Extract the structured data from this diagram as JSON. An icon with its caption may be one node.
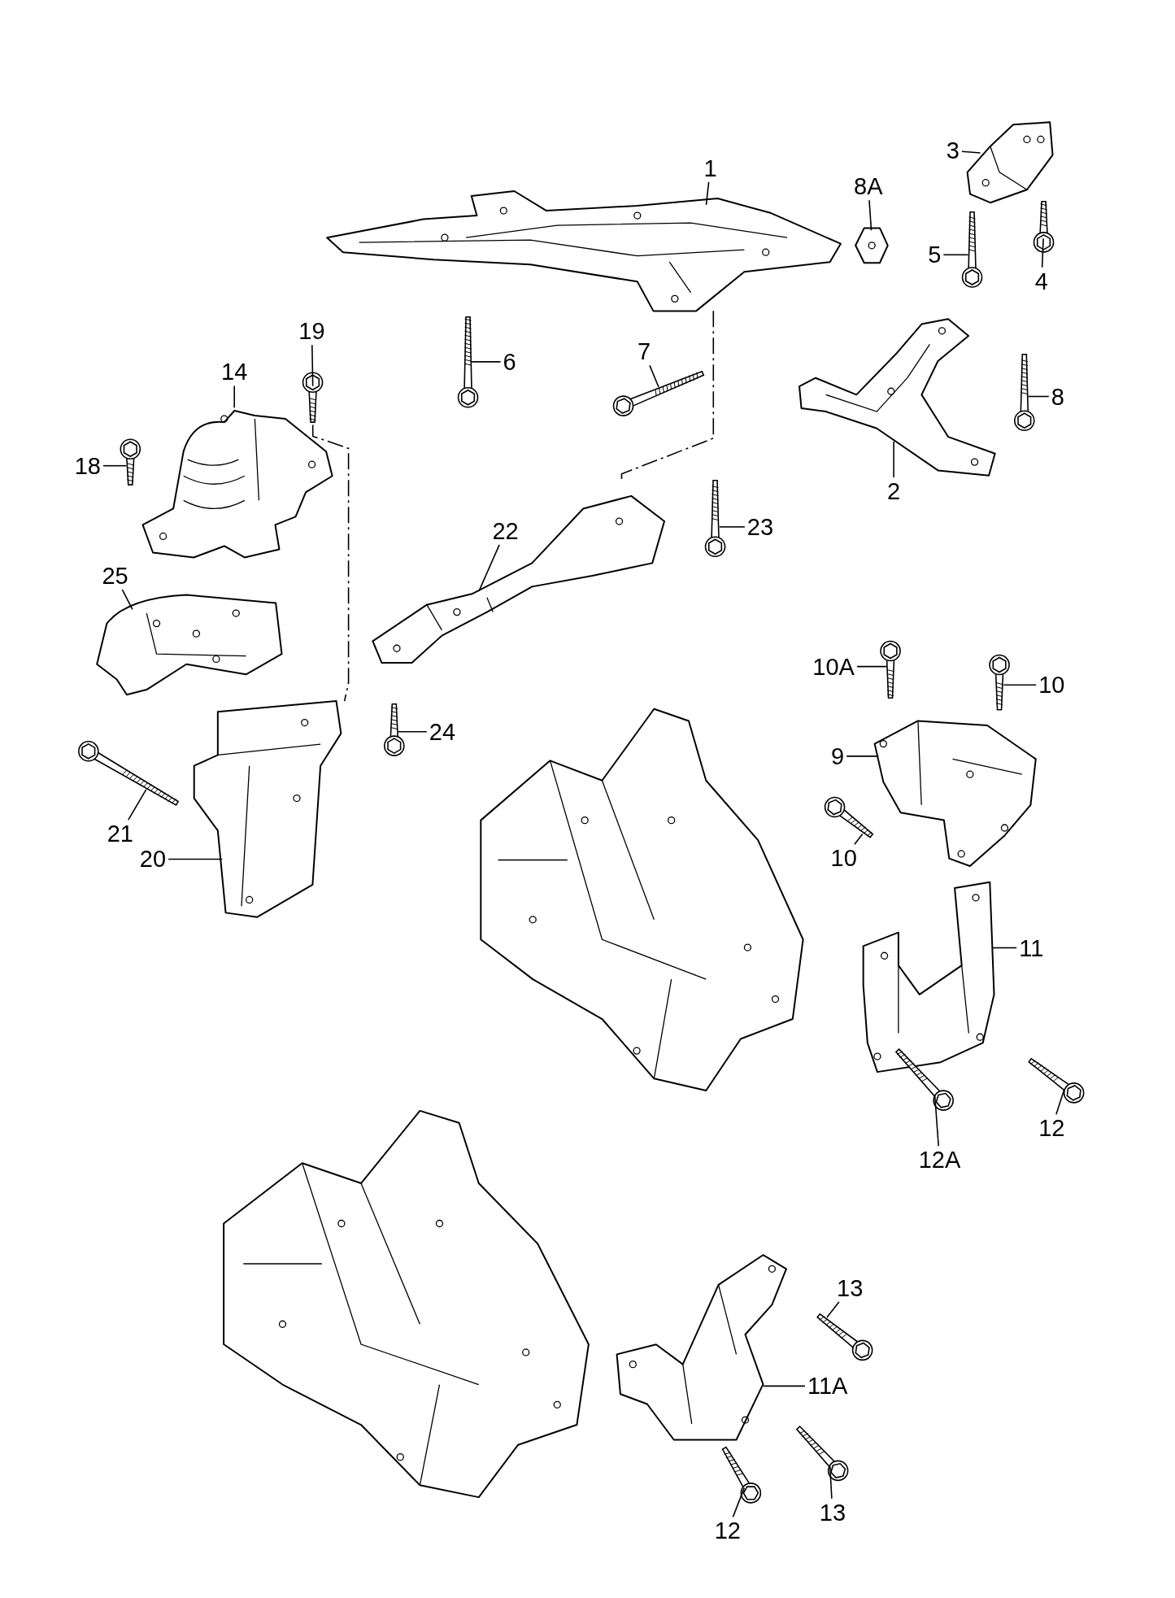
{
  "diagram": {
    "nodes": [
      {
        "text": [
          "3"
        ]
      },
      {
        "text": [],
        "shape": "picture"
      },
      {
        "text": [
          "1"
        ]
      },
      {
        "text": [],
        "shape": "picture"
      },
      {
        "text": [
          "8A"
        ]
      },
      {
        "text": [],
        "shape": "picture"
      },
      {
        "text": [
          "5"
        ]
      },
      {
        "text": [],
        "shape": "picture"
      },
      {
        "text": [
          "4"
        ]
      },
      {
        "text": [],
        "shape": "picture"
      },
      {
        "text": [
          "6"
        ]
      },
      {
        "text": [],
        "shape": "picture"
      },
      {
        "text": [
          "19"
        ]
      },
      {
        "text": [],
        "shape": "picture"
      },
      {
        "text": [
          "7"
        ]
      },
      {
        "text": [],
        "shape": "picture"
      },
      {
        "text": [
          "14"
        ]
      },
      {
        "text": [],
        "shape": "picture"
      },
      {
        "text": [
          "8"
        ]
      },
      {
        "text": [],
        "shape": "picture"
      },
      {
        "text": [
          "18"
        ]
      },
      {
        "text": [],
        "shape": "picture"
      },
      {
        "text": [
          "2"
        ]
      },
      {
        "text": [],
        "shape": "picture"
      },
      {
        "text": [
          "23"
        ]
      },
      {
        "text": [],
        "shape": "picture"
      },
      {
        "text": [
          "22"
        ]
      },
      {
        "text": [],
        "shape": "picture"
      },
      {
        "text": [
          "25"
        ]
      },
      {
        "text": [],
        "shape": "picture"
      },
      {
        "text": [
          "10A"
        ]
      },
      {
        "text": [],
        "shape": "picture"
      },
      {
        "text": [
          "10"
        ]
      },
      {
        "text": [],
        "shape": "picture"
      },
      {
        "text": [
          "24"
        ]
      },
      {
        "text": [],
        "shape": "picture"
      },
      {
        "text": [
          "9"
        ]
      },
      {
        "text": [],
        "shape": "picture"
      },
      {
        "text": [
          "21"
        ]
      },
      {
        "text": [],
        "shape": "picture"
      },
      {
        "text": [
          "10"
        ]
      },
      {
        "text": [],
        "shape": "picture"
      },
      {
        "text": [
          "20"
        ]
      },
      {
        "text": [],
        "shape": "picture"
      },
      {
        "text": [
          "11"
        ]
      },
      {
        "text": [],
        "shape": "picture"
      },
      {
        "text": [
          "12"
        ]
      },
      {
        "text": [],
        "shape": "picture"
      },
      {
        "text": [
          "12A"
        ]
      },
      {
        "text": [],
        "shape": "picture"
      },
      {
        "text": [
          "13"
        ]
      },
      {
        "text": [],
        "shape": "picture"
      },
      {
        "text": [
          "11A"
        ]
      },
      {
        "text": [],
        "shape": "picture"
      },
      {
        "text": [
          "13"
        ]
      },
      {
        "text": [],
        "shape": "picture"
      },
      {
        "text": [
          "12"
        ]
      },
      {
        "text": [],
        "shape": "picture"
      }
    ],
    "edges": [
      {
        "from": 0,
        "to": 1,
        "arrow": "none"
      },
      {
        "from": 2,
        "to": 3,
        "arrow": "none"
      },
      {
        "from": 4,
        "to": 5,
        "arrow": "none"
      },
      {
        "from": 6,
        "to": 7,
        "arrow": "none"
      },
      {
        "from": 8,
        "to": 9,
        "arrow": "none"
      },
      {
        "from": 10,
        "to": 11,
        "arrow": "none"
      },
      {
        "from": 12,
        "to": 13,
        "arrow": "none"
      },
      {
        "from": 14,
        "to": 15,
        "arrow": "none"
      },
      {
        "from": 16,
        "to": 17,
        "arrow": "none"
      },
      {
        "from": 18,
        "to": 19,
        "arrow": "none"
      },
      {
        "from": 20,
        "to": 21,
        "arrow": "none"
      },
      {
        "from": 22,
        "to": 23,
        "arrow": "none"
      },
      {
        "from": 24,
        "to": 25,
        "arrow": "none"
      },
      {
        "from": 26,
        "to": 27,
        "arrow": "none"
      },
      {
        "from": 28,
        "to": 29,
        "arrow": "none"
      },
      {
        "from": 30,
        "to": 31,
        "arrow": "none"
      },
      {
        "from": 32,
        "to": 33,
        "arrow": "none"
      },
      {
        "from": 34,
        "to": 35,
        "arrow": "none"
      },
      {
        "from": 36,
        "to": 37,
        "arrow": "none"
      },
      {
        "from": 38,
        "to": 39,
        "arrow": "none"
      },
      {
        "from": 40,
        "to": 41,
        "arrow": "none"
      },
      {
        "from": 42,
        "to": 43,
        "arrow": "none"
      },
      {
        "from": 44,
        "to": 45,
        "arrow": "none"
      },
      {
        "from": 46,
        "to": 47,
        "arrow": "none"
      },
      {
        "from": 48,
        "to": 49,
        "arrow": "none"
      },
      {
        "from": 50,
        "to": 51,
        "arrow": "none"
      },
      {
        "from": 52,
        "to": 53,
        "arrow": "none"
      },
      {
        "from": 54,
        "to": 55,
        "arrow": "none"
      },
      {
        "from": 56,
        "to": 57,
        "arrow": "none"
      },
      {
        "from": 13,
        "to": 43,
        "arrow": "none",
        "style": "dashed"
      },
      {
        "from": 3,
        "to": 27,
        "arrow": "none",
        "style": "dashed"
      }
    ]
  }
}
